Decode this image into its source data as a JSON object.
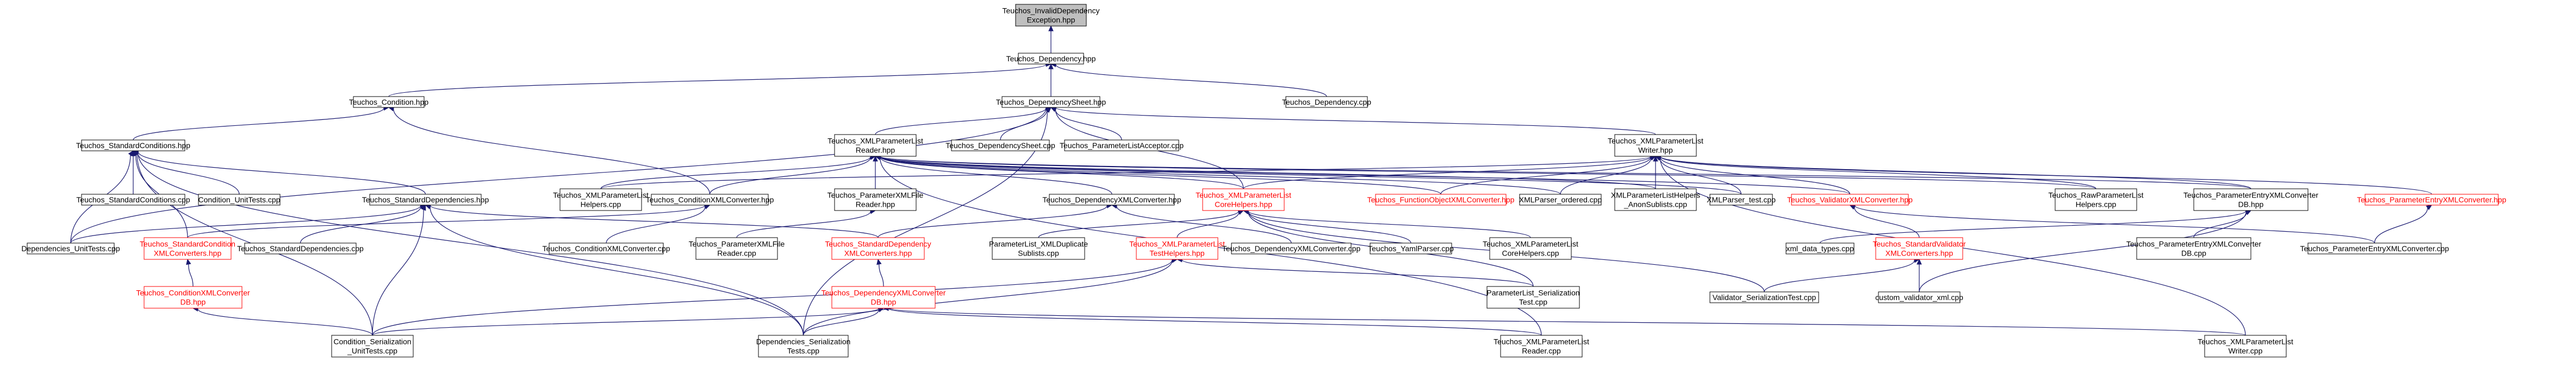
{
  "diagram": {
    "title": "",
    "nodes": [
      {
        "id": "root",
        "lines": [
          "Teuchos_InvalidDependency",
          "Exception.hpp"
        ],
        "style": "root"
      },
      {
        "id": "dep_hpp",
        "lines": [
          "Teuchos_Dependency.hpp"
        ],
        "style": "normal"
      },
      {
        "id": "cond_hpp",
        "lines": [
          "Teuchos_Condition.hpp"
        ],
        "style": "normal"
      },
      {
        "id": "depsheet_hpp",
        "lines": [
          "Teuchos_DependencySheet.hpp"
        ],
        "style": "normal"
      },
      {
        "id": "dep_cpp",
        "lines": [
          "Teuchos_Dependency.cpp"
        ],
        "style": "normal"
      },
      {
        "id": "stdcond_hpp",
        "lines": [
          "Teuchos_StandardConditions.hpp"
        ],
        "style": "normal"
      },
      {
        "id": "xmlreader_hpp",
        "lines": [
          "Teuchos_XMLParameterList",
          "Reader.hpp"
        ],
        "style": "normal"
      },
      {
        "id": "depsheet_cpp",
        "lines": [
          "Teuchos_DependencySheet.cpp"
        ],
        "style": "normal"
      },
      {
        "id": "placcessor_cpp",
        "lines": [
          "Teuchos_ParameterListAcceptor.cpp"
        ],
        "style": "normal"
      },
      {
        "id": "xmlwriter_hpp",
        "lines": [
          "Teuchos_XMLParameterList",
          "Writer.hpp"
        ],
        "style": "normal"
      },
      {
        "id": "uc_stdcond_cpp",
        "lines": [
          "Teuchos_StandardConditions.cpp"
        ],
        "style": "normal"
      },
      {
        "id": "cond_ut_cpp",
        "lines": [
          "Condition_UnitTests.cpp"
        ],
        "style": "normal"
      },
      {
        "id": "stddeps_hpp",
        "lines": [
          "Teuchos_StandardDependencies.hpp"
        ],
        "style": "normal"
      },
      {
        "id": "xmlplhelpers_cpp",
        "lines": [
          "Teuchos_XMLParameterList",
          "Helpers.cpp"
        ],
        "style": "normal"
      },
      {
        "id": "condxmlconv_hpp",
        "lines": [
          "Teuchos_ConditionXMLConverter.hpp"
        ],
        "style": "normal"
      },
      {
        "id": "plxmlfile_hpp",
        "lines": [
          "Teuchos_ParameterXMLFile",
          "Reader.hpp"
        ],
        "style": "normal"
      },
      {
        "id": "depxmlconv_hpp",
        "lines": [
          "Teuchos_DependencyXMLConverter.hpp"
        ],
        "style": "normal"
      },
      {
        "id": "xmlcorehelpers_hpp",
        "lines": [
          "Teuchos_XMLParameterList",
          "CoreHelpers.hpp"
        ],
        "style": "red"
      },
      {
        "id": "funcobj_hpp",
        "lines": [
          "Teuchos_FunctionObjectXMLConverter.hpp"
        ],
        "style": "red"
      },
      {
        "id": "xmlparser_ordered_cpp",
        "lines": [
          "XMLParser_ordered.cpp"
        ],
        "style": "normal"
      },
      {
        "id": "xmlplhelpers_anon_cpp",
        "lines": [
          "XMLParameterListHelpers",
          "_AnonSublists.cpp"
        ],
        "style": "normal"
      },
      {
        "id": "xmlparser_test_cpp",
        "lines": [
          "XMLParser_test.cpp"
        ],
        "style": "normal"
      },
      {
        "id": "validatorxmlconv_hpp",
        "lines": [
          "Teuchos_ValidatorXMLConverter.hpp"
        ],
        "style": "red"
      },
      {
        "id": "rawpl_helpers_cpp",
        "lines": [
          "Teuchos_RawParameterList",
          "Helpers.cpp"
        ],
        "style": "normal"
      },
      {
        "id": "peconvdb_hpp",
        "lines": [
          "Teuchos_ParameterEntryXMLConverter",
          "DB.hpp"
        ],
        "style": "normal"
      },
      {
        "id": "peconv_hpp",
        "lines": [
          "Teuchos_ParameterEntryXMLConverter.hpp"
        ],
        "style": "red"
      },
      {
        "id": "deps_ut_cpp",
        "lines": [
          "Dependencies_UnitTests.cpp"
        ],
        "style": "normal"
      },
      {
        "id": "stdcondxmlconv_hpp",
        "lines": [
          "Teuchos_StandardCondition",
          "XMLConverters.hpp"
        ],
        "style": "red"
      },
      {
        "id": "stddeps_cpp",
        "lines": [
          "Teuchos_StandardDependencies.cpp"
        ],
        "style": "normal"
      },
      {
        "id": "condxmlconv_cpp",
        "lines": [
          "Teuchos_ConditionXMLConverter.cpp"
        ],
        "style": "normal"
      },
      {
        "id": "plxmlfile_cpp",
        "lines": [
          "Teuchos_ParameterXMLFile",
          "Reader.cpp"
        ],
        "style": "normal"
      },
      {
        "id": "stddepxmlconv_hpp",
        "lines": [
          "Teuchos_StandardDependency",
          "XMLConverters.hpp"
        ],
        "style": "red"
      },
      {
        "id": "pl_xmldup_cpp",
        "lines": [
          "ParameterList_XMLDuplicate",
          "Sublists.cpp"
        ],
        "style": "normal"
      },
      {
        "id": "xmltesthelpers_hpp",
        "lines": [
          "Teuchos_XMLParameterList",
          "TestHelpers.hpp"
        ],
        "style": "red"
      },
      {
        "id": "depxmlconv_cpp",
        "lines": [
          "Teuchos_DependencyXMLConverter.cpp"
        ],
        "style": "normal"
      },
      {
        "id": "yamlparser_cpp",
        "lines": [
          "Teuchos_YamlParser.cpp"
        ],
        "style": "normal"
      },
      {
        "id": "xmlcorehelpers_cpp",
        "lines": [
          "Teuchos_XMLParameterList",
          "CoreHelpers.cpp"
        ],
        "style": "normal"
      },
      {
        "id": "xml_data_types_cpp",
        "lines": [
          "xml_data_types.cpp"
        ],
        "style": "normal"
      },
      {
        "id": "stdvalidxmlconv_hpp",
        "lines": [
          "Teuchos_StandardValidator",
          "XMLConverters.hpp"
        ],
        "style": "red"
      },
      {
        "id": "peconvdb_cpp",
        "lines": [
          "Teuchos_ParameterEntryXMLConverter",
          "DB.cpp"
        ],
        "style": "normal"
      },
      {
        "id": "peconv_cpp",
        "lines": [
          "Teuchos_ParameterEntryXMLConverter.cpp"
        ],
        "style": "normal"
      },
      {
        "id": "condxmlconvdb_hpp",
        "lines": [
          "Teuchos_ConditionXMLConverter",
          "DB.hpp"
        ],
        "style": "red"
      },
      {
        "id": "depxmlconvdb_hpp",
        "lines": [
          "Teuchos_DependencyXMLConverter",
          "DB.hpp"
        ],
        "style": "red"
      },
      {
        "id": "pl_ser_test_cpp",
        "lines": [
          "ParameterList_Serialization",
          "Test.cpp"
        ],
        "style": "normal"
      },
      {
        "id": "validator_ser_test_cpp",
        "lines": [
          "Validator_SerializationTest.cpp"
        ],
        "style": "normal"
      },
      {
        "id": "custom_validator_xml_cpp",
        "lines": [
          "custom_validator_xml.cpp"
        ],
        "style": "normal"
      },
      {
        "id": "cond_ser_ut_cpp",
        "lines": [
          "Condition_Serialization",
          "_UnitTests.cpp"
        ],
        "style": "normal"
      },
      {
        "id": "deps_ser_tests_cpp",
        "lines": [
          "Dependencies_Serialization",
          "Tests.cpp"
        ],
        "style": "normal"
      },
      {
        "id": "xmlreader_cpp",
        "lines": [
          "Teuchos_XMLParameterList",
          "Reader.cpp"
        ],
        "style": "normal"
      },
      {
        "id": "xmlwriter_cpp",
        "lines": [
          "Teuchos_XMLParameterList",
          "Writer.cpp"
        ],
        "style": "normal"
      }
    ],
    "edges": [
      [
        "dep_hpp",
        "root"
      ],
      [
        "cond_hpp",
        "dep_hpp"
      ],
      [
        "depsheet_hpp",
        "dep_hpp"
      ],
      [
        "dep_cpp",
        "dep_hpp"
      ],
      [
        "stdcond_hpp",
        "cond_hpp"
      ],
      [
        "condxmlconv_hpp",
        "cond_hpp"
      ],
      [
        "xmlreader_hpp",
        "depsheet_hpp"
      ],
      [
        "depsheet_cpp",
        "depsheet_hpp"
      ],
      [
        "placcessor_cpp",
        "depsheet_hpp"
      ],
      [
        "xmlwriter_hpp",
        "depsheet_hpp"
      ],
      [
        "xmlcorehelpers_hpp",
        "depsheet_hpp"
      ],
      [
        "deps_ut_cpp",
        "depsheet_hpp"
      ],
      [
        "deps_ser_tests_cpp",
        "depsheet_hpp"
      ],
      [
        "uc_stdcond_cpp",
        "stdcond_hpp"
      ],
      [
        "cond_ut_cpp",
        "stdcond_hpp"
      ],
      [
        "stddeps_hpp",
        "stdcond_hpp"
      ],
      [
        "stdcondxmlconv_hpp",
        "stdcond_hpp"
      ],
      [
        "deps_ut_cpp",
        "stdcond_hpp"
      ],
      [
        "cond_ser_ut_cpp",
        "stdcond_hpp"
      ],
      [
        "deps_ser_tests_cpp",
        "stdcond_hpp"
      ],
      [
        "xmlplhelpers_cpp",
        "xmlreader_hpp"
      ],
      [
        "condxmlconv_hpp",
        "xmlreader_hpp"
      ],
      [
        "plxmlfile_hpp",
        "xmlreader_hpp"
      ],
      [
        "depxmlconv_hpp",
        "xmlreader_hpp"
      ],
      [
        "xmlcorehelpers_hpp",
        "xmlreader_hpp"
      ],
      [
        "funcobj_hpp",
        "xmlreader_hpp"
      ],
      [
        "xmlparser_ordered_cpp",
        "xmlreader_hpp"
      ],
      [
        "xmlplhelpers_anon_cpp",
        "xmlreader_hpp"
      ],
      [
        "xmlparser_test_cpp",
        "xmlreader_hpp"
      ],
      [
        "validatorxmlconv_hpp",
        "xmlreader_hpp"
      ],
      [
        "rawpl_helpers_cpp",
        "xmlreader_hpp"
      ],
      [
        "peconvdb_hpp",
        "xmlreader_hpp"
      ],
      [
        "xmlreader_cpp",
        "xmlreader_hpp"
      ],
      [
        "xmlplhelpers_cpp",
        "xmlwriter_hpp"
      ],
      [
        "funcobj_hpp",
        "xmlwriter_hpp"
      ],
      [
        "xmlparser_ordered_cpp",
        "xmlwriter_hpp"
      ],
      [
        "xmlplhelpers_anon_cpp",
        "xmlwriter_hpp"
      ],
      [
        "xmlparser_test_cpp",
        "xmlwriter_hpp"
      ],
      [
        "validatorxmlconv_hpp",
        "xmlwriter_hpp"
      ],
      [
        "rawpl_helpers_cpp",
        "xmlwriter_hpp"
      ],
      [
        "peconvdb_hpp",
        "xmlwriter_hpp"
      ],
      [
        "peconv_hpp",
        "xmlwriter_hpp"
      ],
      [
        "xmlcorehelpers_hpp",
        "xmlwriter_hpp"
      ],
      [
        "xmlwriter_cpp",
        "xmlwriter_hpp"
      ],
      [
        "deps_ut_cpp",
        "stddeps_hpp"
      ],
      [
        "stddeps_cpp",
        "stddeps_hpp"
      ],
      [
        "stddepxmlconv_hpp",
        "stddeps_hpp"
      ],
      [
        "cond_ser_ut_cpp",
        "stddeps_hpp"
      ],
      [
        "deps_ser_tests_cpp",
        "stddeps_hpp"
      ],
      [
        "stdcondxmlconv_hpp",
        "condxmlconv_hpp"
      ],
      [
        "condxmlconv_cpp",
        "condxmlconv_hpp"
      ],
      [
        "plxmlfile_cpp",
        "plxmlfile_hpp"
      ],
      [
        "stddepxmlconv_hpp",
        "depxmlconv_hpp"
      ],
      [
        "depxmlconv_cpp",
        "depxmlconv_hpp"
      ],
      [
        "pl_xmldup_cpp",
        "xmlcorehelpers_hpp"
      ],
      [
        "xmltesthelpers_hpp",
        "xmlcorehelpers_hpp"
      ],
      [
        "yamlparser_cpp",
        "xmlcorehelpers_hpp"
      ],
      [
        "xmlcorehelpers_cpp",
        "xmlcorehelpers_hpp"
      ],
      [
        "pl_ser_test_cpp",
        "xmlcorehelpers_hpp"
      ],
      [
        "validator_ser_test_cpp",
        "xmlcorehelpers_hpp"
      ],
      [
        "stdvalidxmlconv_hpp",
        "validatorxmlconv_hpp"
      ],
      [
        "peconv_cpp",
        "validatorxmlconv_hpp"
      ],
      [
        "peconvdb_cpp",
        "peconvdb_hpp"
      ],
      [
        "xml_data_types_cpp",
        "peconvdb_hpp"
      ],
      [
        "custom_validator_xml_cpp",
        "peconvdb_hpp"
      ],
      [
        "peconv_cpp",
        "peconv_hpp"
      ],
      [
        "condxmlconvdb_hpp",
        "stdcondxmlconv_hpp"
      ],
      [
        "depxmlconvdb_hpp",
        "stddepxmlconv_hpp"
      ],
      [
        "deps_ser_tests_cpp",
        "depxmlconvdb_hpp"
      ],
      [
        "cond_ser_ut_cpp",
        "depxmlconvdb_hpp"
      ],
      [
        "xmlreader_cpp",
        "depxmlconvdb_hpp"
      ],
      [
        "xmlwriter_cpp",
        "depxmlconvdb_hpp"
      ],
      [
        "cond_ser_ut_cpp",
        "condxmlconvdb_hpp"
      ],
      [
        "pl_ser_test_cpp",
        "xmltesthelpers_hpp"
      ],
      [
        "cond_ser_ut_cpp",
        "xmltesthelpers_hpp"
      ],
      [
        "deps_ser_tests_cpp",
        "xmltesthelpers_hpp"
      ],
      [
        "validator_ser_test_cpp",
        "stdvalidxmlconv_hpp"
      ],
      [
        "custom_validator_xml_cpp",
        "stdvalidxmlconv_hpp"
      ]
    ]
  }
}
